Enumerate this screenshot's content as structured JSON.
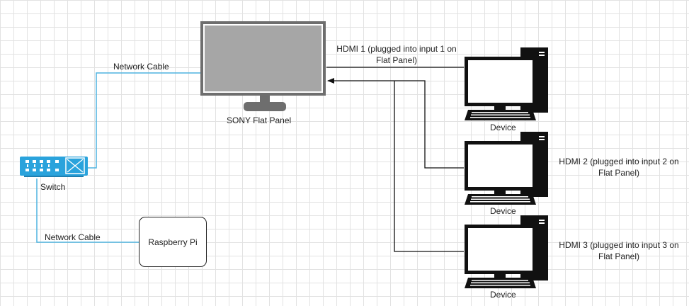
{
  "diagram": {
    "nodes": {
      "flat_panel": {
        "label": "SONY Flat Panel",
        "icon": "monitor-icon"
      },
      "switch": {
        "label": "Switch",
        "icon": "network-switch-icon"
      },
      "raspberry_pi": {
        "label": "Raspberry Pi"
      },
      "device_1": {
        "label": "Device",
        "icon": "desktop-computer-icon"
      },
      "device_2": {
        "label": "Device",
        "icon": "desktop-computer-icon"
      },
      "device_3": {
        "label": "Device",
        "icon": "desktop-computer-icon"
      }
    },
    "edges": {
      "switch_to_panel": {
        "label": "Network Cable",
        "color": "#4fb4e0"
      },
      "switch_to_pi": {
        "label": "Network Cable",
        "color": "#4fb4e0"
      },
      "hdmi_1": {
        "label": "HDMI 1 (plugged into input 1 on Flat Panel)",
        "color": "#111111"
      },
      "hdmi_2": {
        "label": "HDMI 2 (plugged into input 2 on Flat Panel)",
        "color": "#111111"
      },
      "hdmi_3": {
        "label": "HDMI 3 (plugged into input 3 on Flat Panel)",
        "color": "#111111"
      }
    },
    "colors": {
      "switch_fill": "#2aa3dc",
      "monitor_screen": "#a0a0a0",
      "monitor_frame": "#6e6e6e",
      "grid": "#e2e2e2"
    }
  }
}
